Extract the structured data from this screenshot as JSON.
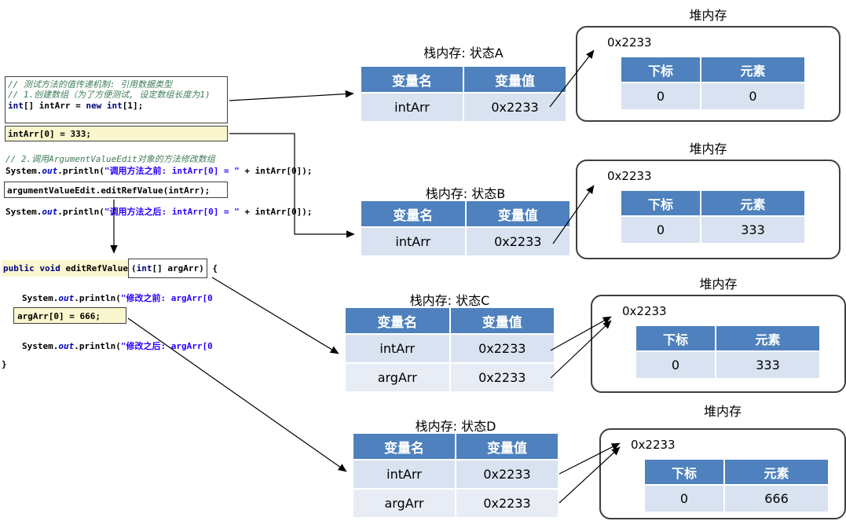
{
  "code": {
    "block1": {
      "lines": [
        [
          {
            "t": "// 测试方法的值传递机制: 引用数据类型",
            "c": "c"
          }
        ],
        [
          {
            "t": "// 1.创建数组（为了方便测试, 设定数组长度为1)",
            "c": "c"
          }
        ],
        [
          {
            "t": "int",
            "c": "k"
          },
          {
            "t": "[] intArr = ",
            "c": "p"
          },
          {
            "t": "new",
            "c": "k"
          },
          {
            "t": " ",
            "c": "p"
          },
          {
            "t": "int",
            "c": "k"
          },
          {
            "t": "[1];",
            "c": "p"
          }
        ]
      ]
    },
    "assign333": [
      {
        "t": "intArr[0] = 333;",
        "c": "p"
      }
    ],
    "comment2": [
      {
        "t": "// 2.调用ArgumentValueEdit对象的方法修改数组",
        "c": "c"
      }
    ],
    "println_before": [
      {
        "t": "System.",
        "c": "p"
      },
      {
        "t": "out",
        "c": "f"
      },
      {
        "t": ".println(",
        "c": "p"
      },
      {
        "t": "\"调用方法之前: intArr[0] = \"",
        "c": "s"
      },
      {
        "t": " + intArr[0]);",
        "c": "p"
      }
    ],
    "call_line": [
      {
        "t": "argumentValueEdit.editRefValue(intArr);",
        "c": "p"
      }
    ],
    "println_after": [
      {
        "t": "System.",
        "c": "p"
      },
      {
        "t": "out",
        "c": "f"
      },
      {
        "t": ".println(",
        "c": "p"
      },
      {
        "t": "\"调用方法之后: intArr[0] = \"",
        "c": "s"
      },
      {
        "t": " + intArr[0]);",
        "c": "p"
      }
    ],
    "method_sig_pre": [
      {
        "t": "public",
        "c": "k"
      },
      {
        "t": " ",
        "c": "p"
      },
      {
        "t": "void",
        "c": "k"
      },
      {
        "t": " editRefValue",
        "c": "p"
      }
    ],
    "method_sig_box": [
      {
        "t": "(",
        "c": "p"
      },
      {
        "t": "int",
        "c": "k"
      },
      {
        "t": "[] argArr",
        "c": "p"
      },
      {
        "t": ")",
        "c": "p"
      }
    ],
    "method_sig_post": [
      {
        "t": " {",
        "c": "p"
      }
    ],
    "println_edit_before": [
      {
        "t": "System.",
        "c": "p"
      },
      {
        "t": "out",
        "c": "f"
      },
      {
        "t": ".println(",
        "c": "p"
      },
      {
        "t": "\"修改之前: argArr[0",
        "c": "s"
      }
    ],
    "assign666": [
      {
        "t": "argArr[0] = 666;",
        "c": "p"
      }
    ],
    "println_edit_after": [
      {
        "t": "System.",
        "c": "p"
      },
      {
        "t": "out",
        "c": "f"
      },
      {
        "t": ".println(",
        "c": "p"
      },
      {
        "t": "\"修改之后: argArr[0",
        "c": "s"
      }
    ],
    "closing_brace": [
      {
        "t": "}",
        "c": "p"
      }
    ]
  },
  "stack_tables": [
    {
      "title": "栈内存: 状态A",
      "headers": [
        "变量名",
        "变量值"
      ],
      "rows": [
        [
          "intArr",
          "0x2233"
        ]
      ]
    },
    {
      "title": "栈内存: 状态B",
      "headers": [
        "变量名",
        "变量值"
      ],
      "rows": [
        [
          "intArr",
          "0x2233"
        ]
      ]
    },
    {
      "title": "栈内存: 状态C",
      "headers": [
        "变量名",
        "变量值"
      ],
      "rows": [
        [
          "intArr",
          "0x2233"
        ],
        [
          "argArr",
          "0x2233"
        ]
      ]
    },
    {
      "title": "栈内存: 状态D",
      "headers": [
        "变量名",
        "变量值"
      ],
      "rows": [
        [
          "intArr",
          "0x2233"
        ],
        [
          "argArr",
          "0x2233"
        ]
      ]
    }
  ],
  "heap_boxes": [
    {
      "title": "堆内存",
      "address": "0x2233",
      "headers": [
        "下标",
        "元素"
      ],
      "rows": [
        [
          "0",
          "0"
        ]
      ]
    },
    {
      "title": "堆内存",
      "address": "0x2233",
      "headers": [
        "下标",
        "元素"
      ],
      "rows": [
        [
          "0",
          "333"
        ]
      ]
    },
    {
      "title": "堆内存",
      "address": "0x2233",
      "headers": [
        "下标",
        "元素"
      ],
      "rows": [
        [
          "0",
          "333"
        ]
      ]
    },
    {
      "title": "堆内存",
      "address": "0x2233",
      "headers": [
        "下标",
        "元素"
      ],
      "rows": [
        [
          "0",
          "666"
        ]
      ]
    }
  ]
}
